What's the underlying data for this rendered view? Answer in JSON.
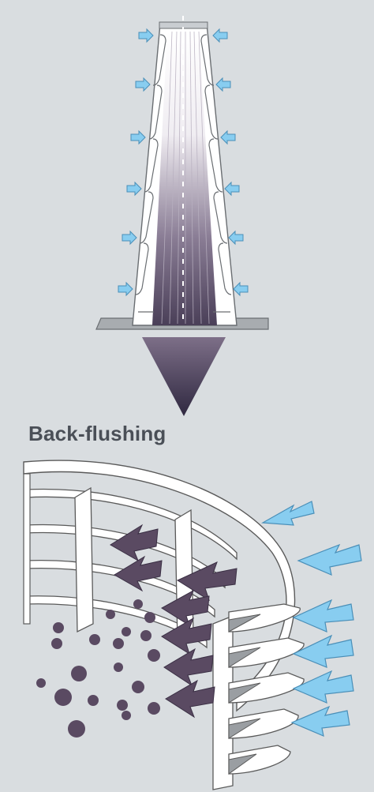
{
  "section_label": "Back-flushing",
  "colors": {
    "background": "#d9dde0",
    "flow_arrow_dark": "#4a3f58",
    "inflow_arrow": "#88cdf0",
    "particles": "#5a4a62",
    "element_fill": "#ffffff",
    "outline": "#5a5a5a"
  },
  "icons": {
    "top_diagram": "filter-element-cross-section",
    "bottom_diagram": "wedge-wire-screen-backflush",
    "inflow": "arrow-left-right",
    "outflow": "large-down-arrow"
  }
}
